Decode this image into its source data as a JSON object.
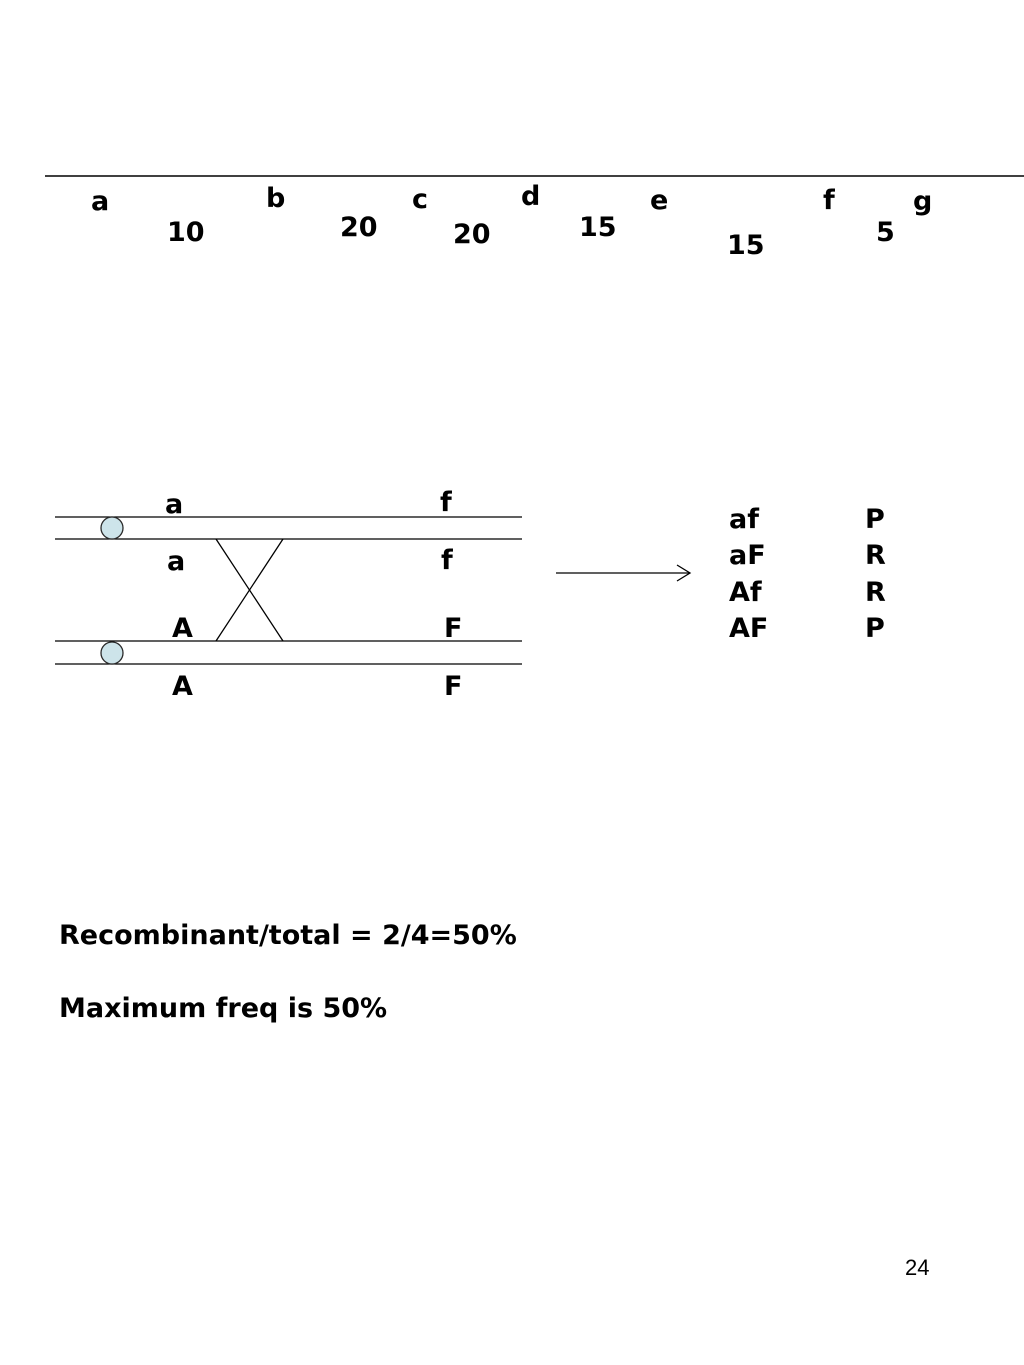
{
  "gene_map": {
    "genes": [
      "a",
      "b",
      "c",
      "d",
      "e",
      "f",
      "g"
    ],
    "distances": [
      "10",
      "20",
      "20",
      "15",
      "15",
      "5"
    ]
  },
  "crossover": {
    "top_labels": [
      "a",
      "f"
    ],
    "upper_mid_labels": [
      "a",
      "f"
    ],
    "lower_mid_labels": [
      "A",
      "F"
    ],
    "bottom_labels": [
      "A",
      "F"
    ]
  },
  "gametes": [
    {
      "genotype": "af",
      "type": "P"
    },
    {
      "genotype": "aF",
      "type": "R"
    },
    {
      "genotype": "Af",
      "type": "R"
    },
    {
      "genotype": "AF",
      "type": "P"
    }
  ],
  "notes": {
    "recombinant": "Recombinant/total = 2/4=50%",
    "maximum": "Maximum freq is 50%"
  },
  "page_number": "24",
  "colors": {
    "centromere": "#cde4ea",
    "centromere_stroke": "#2a2a2a"
  }
}
